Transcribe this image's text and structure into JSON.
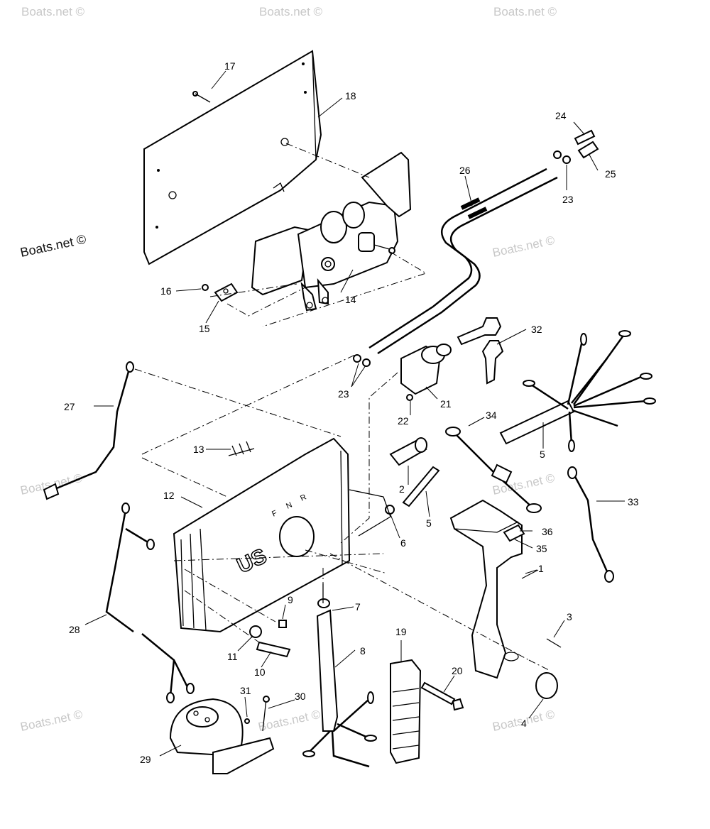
{
  "watermarks": {
    "main": "Boats.net ©",
    "faint": "Boats.net ©"
  },
  "callouts": {
    "c1": "1",
    "c2": "2",
    "c3": "3",
    "c4": "4",
    "c5a": "5",
    "c5b": "5",
    "c6": "6",
    "c7": "7",
    "c8": "8",
    "c9": "9",
    "c10": "10",
    "c11": "11",
    "c12": "12",
    "c13": "13",
    "c14": "14",
    "c15": "15",
    "c16": "16",
    "c17": "17",
    "c18": "18",
    "c19": "19",
    "c20": "20",
    "c21": "21",
    "c22": "22",
    "c23a": "23",
    "c23b": "23",
    "c24": "24",
    "c25": "25",
    "c26": "26",
    "c27": "27",
    "c28": "28",
    "c29": "29",
    "c30": "30",
    "c31": "31",
    "c32": "32",
    "c33": "33",
    "c34": "34",
    "c35": "35",
    "c36": "36"
  },
  "housing": {
    "logo": "US",
    "shift_letters": [
      "F",
      "N",
      "R"
    ]
  },
  "colors": {
    "line": "#000000",
    "background": "#ffffff",
    "watermark": "#c8c8c8"
  }
}
